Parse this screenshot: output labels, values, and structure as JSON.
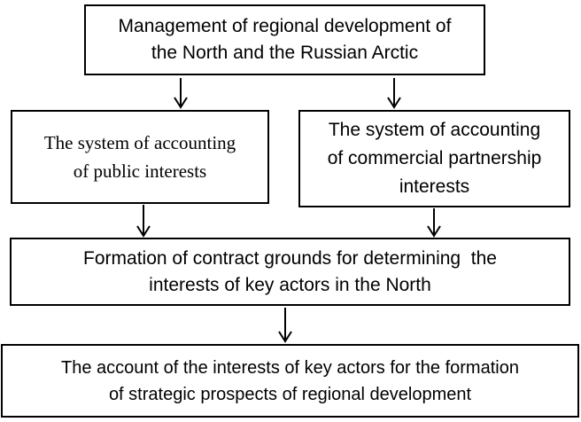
{
  "diagram": {
    "title": "Management of regional development flowchart",
    "colors": {
      "border": "#000000",
      "text": "#000000",
      "background": "#ffffff"
    },
    "boxes": {
      "management": {
        "lines": [
          "Management of regional development of",
          "the North and the Russian Arctic"
        ]
      },
      "public_interests": {
        "lines": [
          "The system of accounting",
          "of public interests"
        ]
      },
      "commercial_interests": {
        "lines": [
          "The system of accounting",
          "of commercial partnership",
          "interests"
        ]
      },
      "contract_grounds": {
        "lines": [
          "Formation of contract grounds for determining  the",
          "interests of key actors in the North"
        ]
      },
      "account_of_interests": {
        "lines": [
          "The account of the interests of key actors for the formation",
          "of strategic prospects of regional development"
        ]
      }
    },
    "arrows": [
      {
        "name": "management-to-public"
      },
      {
        "name": "management-to-commercial"
      },
      {
        "name": "public-to-contract"
      },
      {
        "name": "commercial-to-contract"
      },
      {
        "name": "contract-to-account"
      }
    ]
  }
}
